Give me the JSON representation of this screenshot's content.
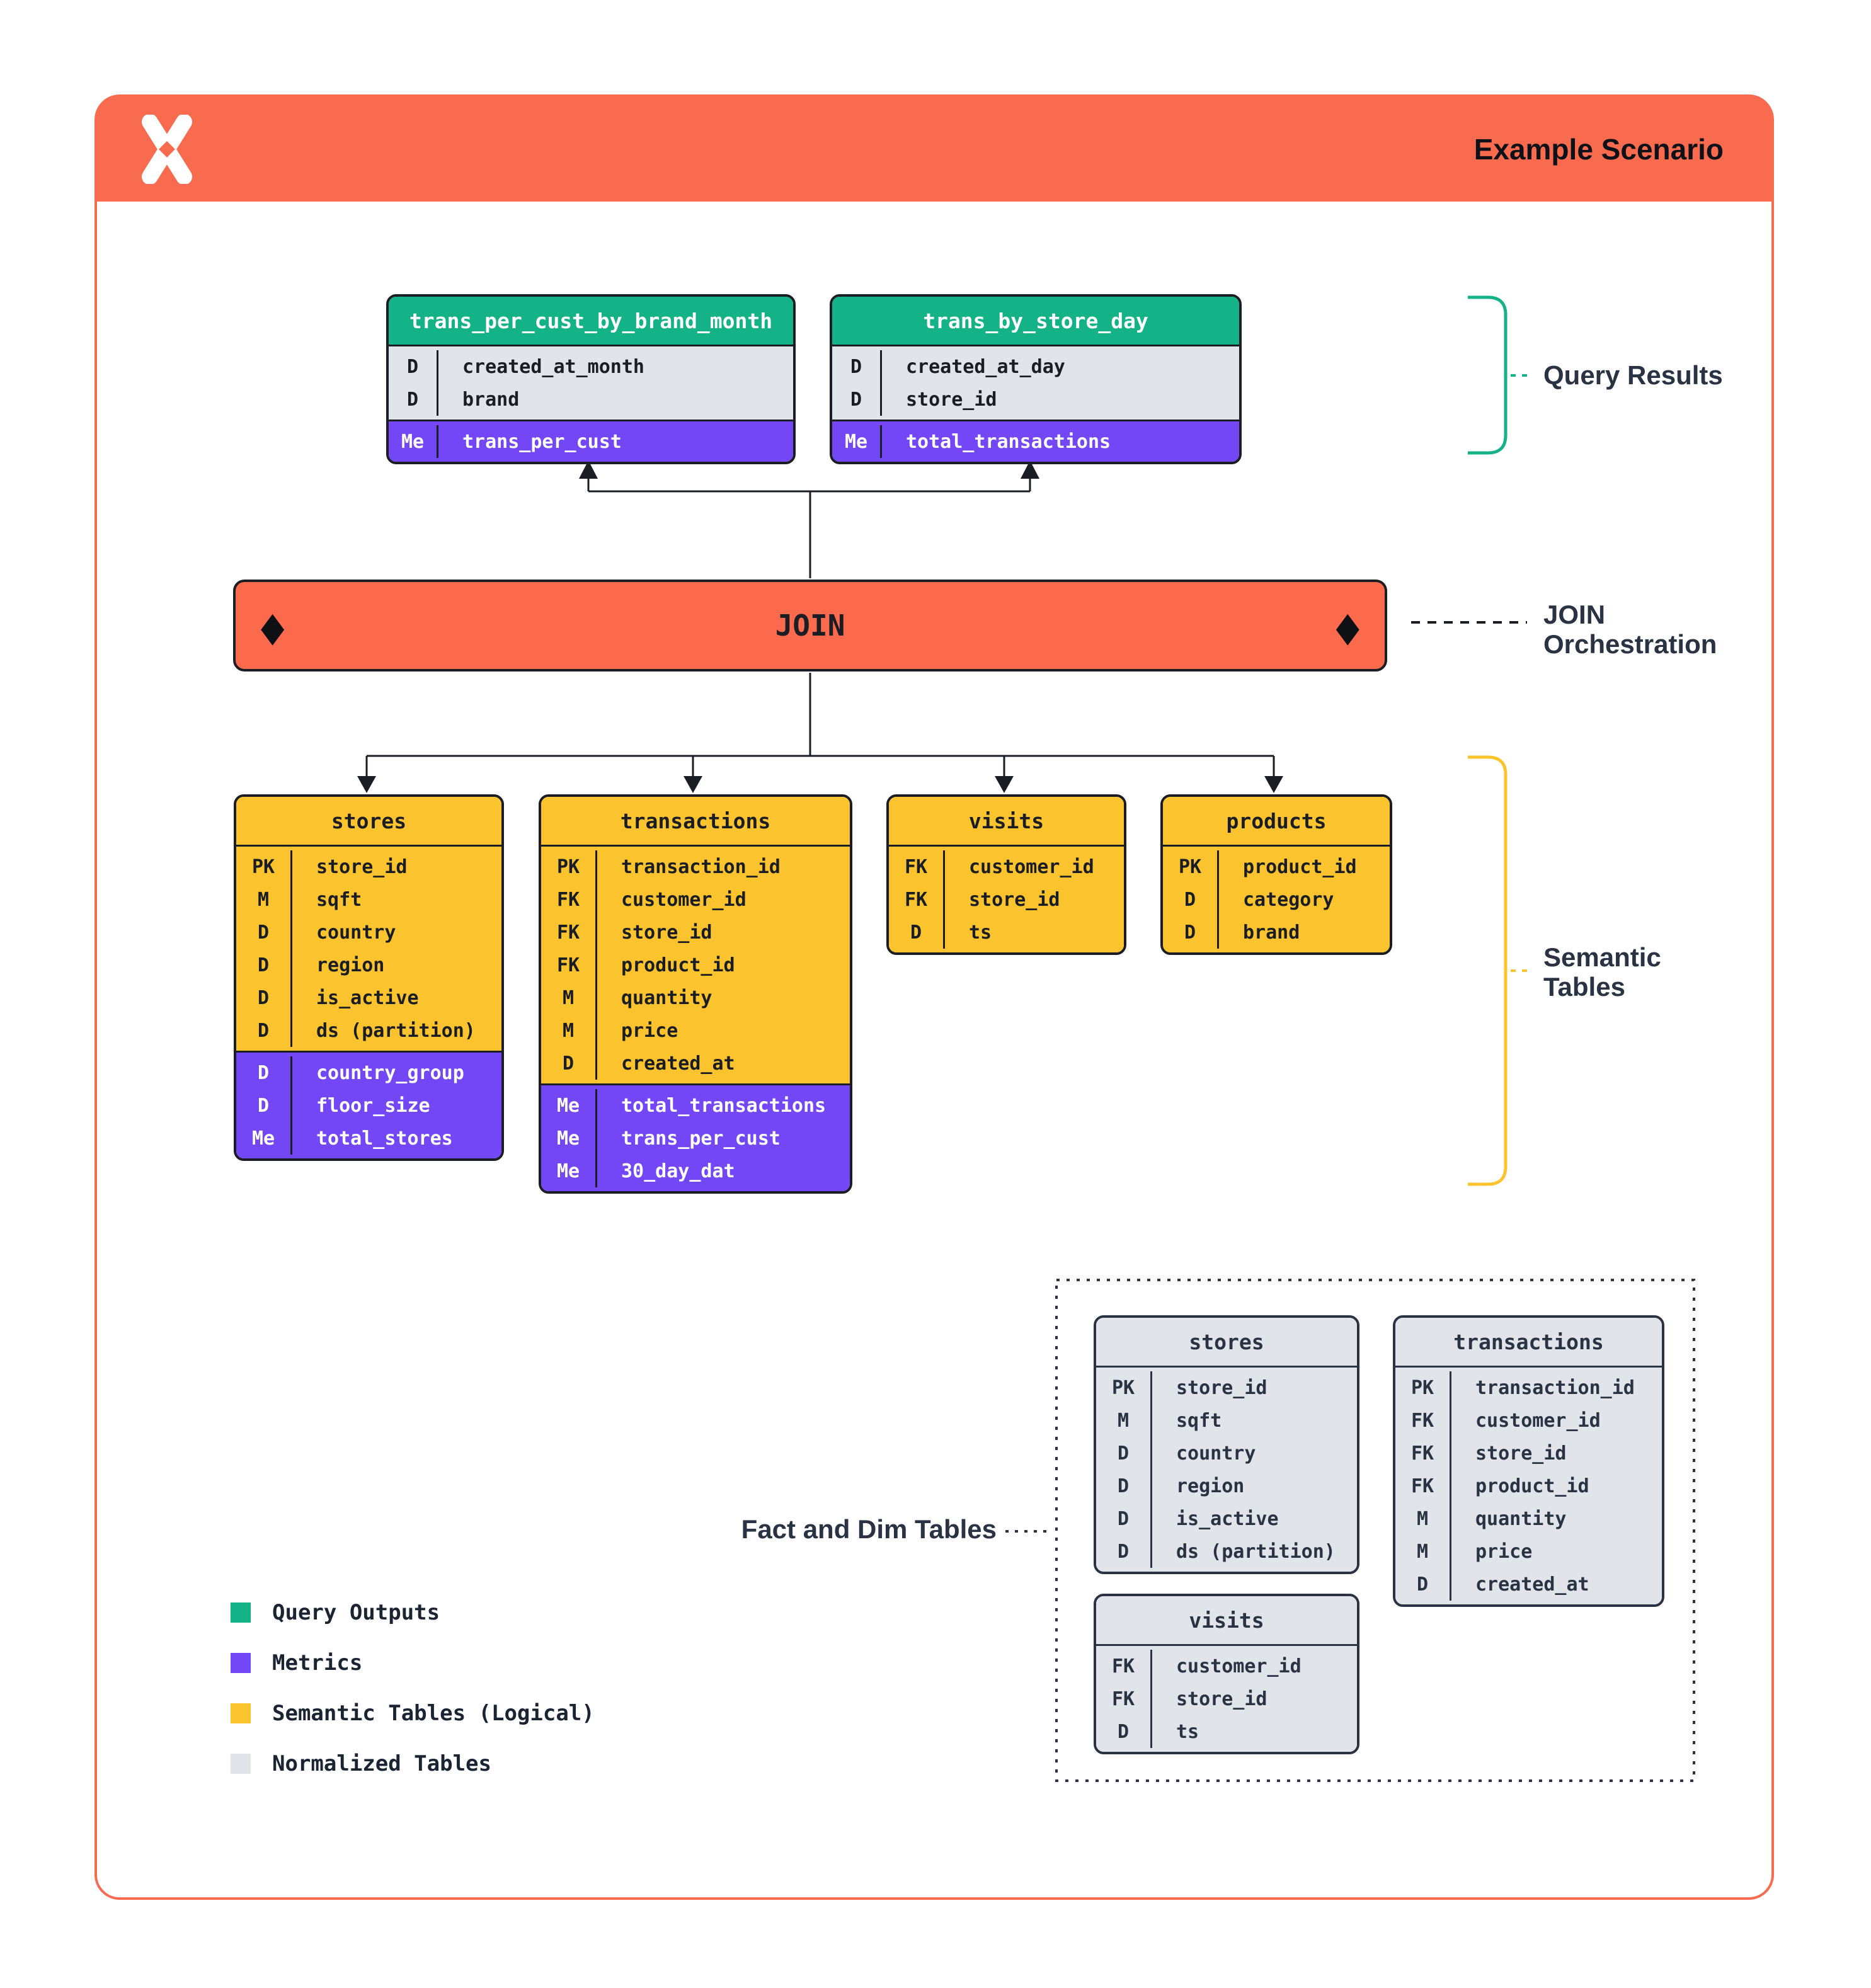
{
  "title": "Example Scenario",
  "logo_icon": "pinwheel-x",
  "colors": {
    "orange": "#F96B4E",
    "green": "#14B287",
    "purple": "#7347F5",
    "yellow": "#FBC42F",
    "gray": "#E1E4E9",
    "ink": "#1A1D23",
    "navy": "#2A3243"
  },
  "annotations": {
    "query_results": "Query Results",
    "join_orchestration": "JOIN Orchestration",
    "semantic_tables": "Semantic Tables",
    "fact_dim": "Fact and Dim Tables"
  },
  "join": {
    "label": "JOIN",
    "diamond_glyph": "◆"
  },
  "query_results_tables": [
    {
      "title": "trans_per_cust_by_brand_month",
      "rows": [
        [
          "D",
          "created_at_month"
        ],
        [
          "D",
          "brand"
        ]
      ],
      "metric_rows": [
        [
          "Me",
          "trans_per_cust"
        ]
      ]
    },
    {
      "title": "trans_by_store_day",
      "rows": [
        [
          "D",
          "created_at_day"
        ],
        [
          "D",
          "store_id"
        ]
      ],
      "metric_rows": [
        [
          "Me",
          "total_transactions"
        ]
      ]
    }
  ],
  "semantic_tables": [
    {
      "title": "stores",
      "rows": [
        [
          "PK",
          "store_id"
        ],
        [
          "M",
          "sqft"
        ],
        [
          "D",
          "country"
        ],
        [
          "D",
          "region"
        ],
        [
          "D",
          "is_active"
        ],
        [
          "D",
          "ds (partition)"
        ]
      ],
      "metric_rows": [
        [
          "D",
          "country_group"
        ],
        [
          "D",
          "floor_size"
        ],
        [
          "Me",
          "total_stores"
        ]
      ]
    },
    {
      "title": "transactions",
      "rows": [
        [
          "PK",
          "transaction_id"
        ],
        [
          "FK",
          "customer_id"
        ],
        [
          "FK",
          "store_id"
        ],
        [
          "FK",
          "product_id"
        ],
        [
          "M",
          "quantity"
        ],
        [
          "M",
          "price"
        ],
        [
          "D",
          "created_at"
        ]
      ],
      "metric_rows": [
        [
          "Me",
          "total_transactions"
        ],
        [
          "Me",
          "trans_per_cust"
        ],
        [
          "Me",
          "30_day_dat"
        ]
      ]
    },
    {
      "title": "visits",
      "rows": [
        [
          "FK",
          "customer_id"
        ],
        [
          "FK",
          "store_id"
        ],
        [
          "D",
          "ts"
        ]
      ],
      "metric_rows": []
    },
    {
      "title": "products",
      "rows": [
        [
          "PK",
          "product_id"
        ],
        [
          "D",
          "category"
        ],
        [
          "D",
          "brand"
        ]
      ],
      "metric_rows": []
    }
  ],
  "normalized_tables": [
    {
      "title": "stores",
      "rows": [
        [
          "PK",
          "store_id"
        ],
        [
          "M",
          "sqft"
        ],
        [
          "D",
          "country"
        ],
        [
          "D",
          "region"
        ],
        [
          "D",
          "is_active"
        ],
        [
          "D",
          "ds (partition)"
        ]
      ]
    },
    {
      "title": "transactions",
      "rows": [
        [
          "PK",
          "transaction_id"
        ],
        [
          "FK",
          "customer_id"
        ],
        [
          "FK",
          "store_id"
        ],
        [
          "FK",
          "product_id"
        ],
        [
          "M",
          "quantity"
        ],
        [
          "M",
          "price"
        ],
        [
          "D",
          "created_at"
        ]
      ]
    },
    {
      "title": "visits",
      "rows": [
        [
          "FK",
          "customer_id"
        ],
        [
          "FK",
          "store_id"
        ],
        [
          "D",
          "ts"
        ]
      ]
    }
  ],
  "legend": [
    {
      "label": "Query Outputs",
      "color": "#14B287"
    },
    {
      "label": "Metrics",
      "color": "#7347F5"
    },
    {
      "label": "Semantic Tables (Logical)",
      "color": "#FBC42F"
    },
    {
      "label": "Normalized Tables",
      "color": "#E1E4E9"
    }
  ]
}
